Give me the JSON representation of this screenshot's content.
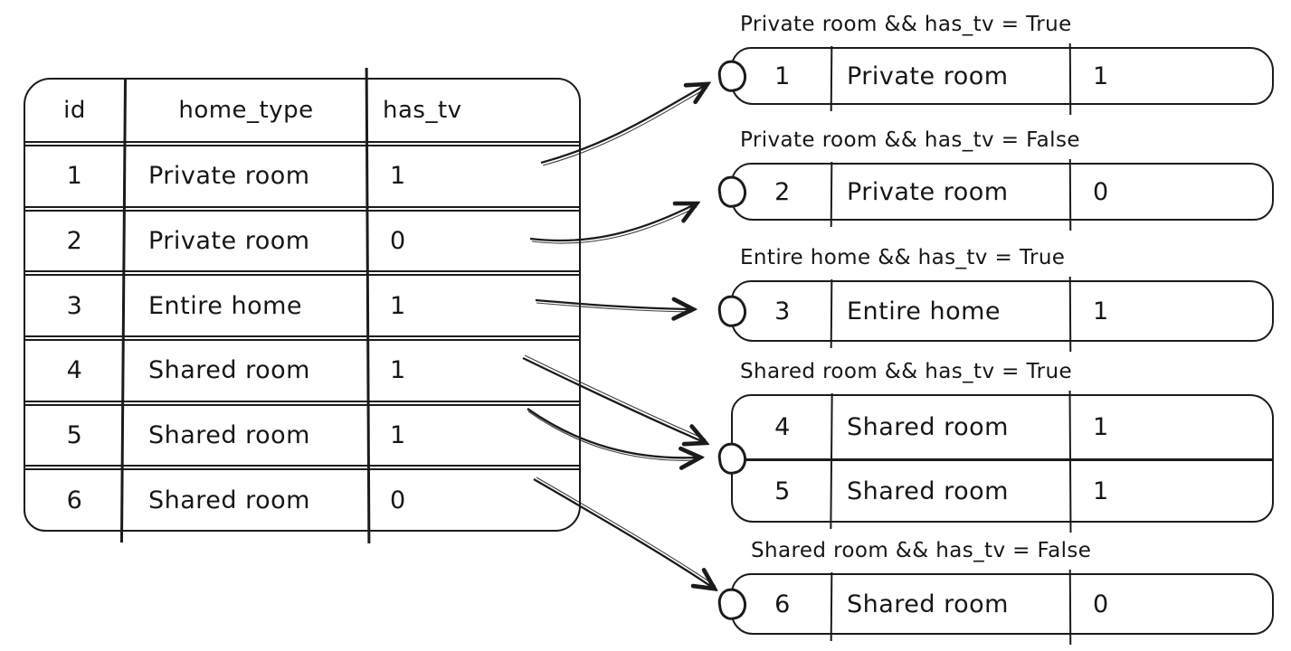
{
  "colors": {
    "ink": "#1b1b1b",
    "background": "#ffffff"
  },
  "source_table": {
    "headers": [
      "id",
      "home_type",
      "has_tv"
    ],
    "rows": [
      {
        "id": "1",
        "home_type": "Private room",
        "has_tv": "1"
      },
      {
        "id": "2",
        "home_type": "Private room",
        "has_tv": "0"
      },
      {
        "id": "3",
        "home_type": "Entire home",
        "has_tv": "1"
      },
      {
        "id": "4",
        "home_type": "Shared room",
        "has_tv": "1"
      },
      {
        "id": "5",
        "home_type": "Shared room",
        "has_tv": "1"
      },
      {
        "id": "6",
        "home_type": "Shared room",
        "has_tv": "0"
      }
    ]
  },
  "groups": [
    {
      "label": "Private room && has_tv = True",
      "rows": [
        {
          "id": "1",
          "home_type": "Private room",
          "has_tv": "1"
        }
      ]
    },
    {
      "label": "Private room && has_tv = False",
      "rows": [
        {
          "id": "2",
          "home_type": "Private room",
          "has_tv": "0"
        }
      ]
    },
    {
      "label": "Entire home && has_tv = True",
      "rows": [
        {
          "id": "3",
          "home_type": "Entire home",
          "has_tv": "1"
        }
      ]
    },
    {
      "label": "Shared room && has_tv = True",
      "rows": [
        {
          "id": "4",
          "home_type": "Shared room",
          "has_tv": "1"
        },
        {
          "id": "5",
          "home_type": "Shared room",
          "has_tv": "1"
        }
      ]
    },
    {
      "label": "Shared room && has_tv = False",
      "rows": [
        {
          "id": "6",
          "home_type": "Shared room",
          "has_tv": "0"
        }
      ]
    }
  ]
}
